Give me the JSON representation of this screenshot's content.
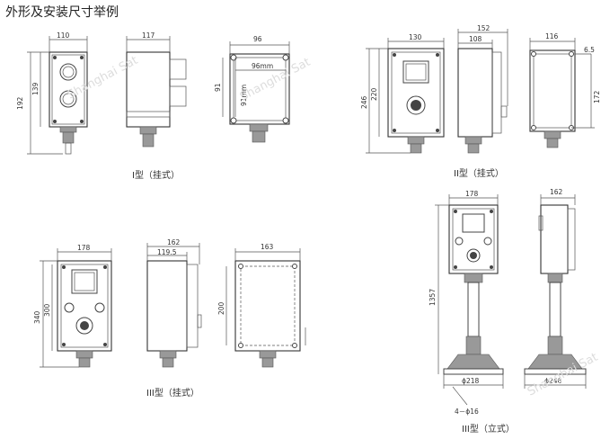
{
  "title": "外形及安装尺寸举例",
  "type_I": {
    "caption": "I型（挂式）",
    "front_width": "110",
    "front_height_outer": "192",
    "front_height_inner": "139",
    "side_depth": "117",
    "back_width": "96",
    "back_hole_h": "96mm",
    "back_hole_v": "91mm",
    "back_height": "91"
  },
  "type_II": {
    "caption": "II型（挂式）",
    "front_width": "130",
    "front_height_outer": "246",
    "front_height_inner": "220",
    "side_depth_outer": "152",
    "side_depth_inner": "108",
    "back_width": "116",
    "back_hole": "6.5",
    "back_height": "172"
  },
  "type_III": {
    "caption": "III型（挂式）",
    "front_width": "178",
    "front_height_outer": "340",
    "front_height_inner": "300",
    "side_depth_outer": "162",
    "side_depth_inner": "119.5",
    "back_width": "163",
    "back_height": "200"
  },
  "type_III_stand": {
    "caption": "III型（立式）",
    "front_width": "178",
    "total_height": "1357",
    "base_diameter": "ϕ218",
    "holes": "4－ϕ16",
    "side_width": "162",
    "side_base_diameter": "ϕ246"
  },
  "watermark": "Shanghai Sat"
}
